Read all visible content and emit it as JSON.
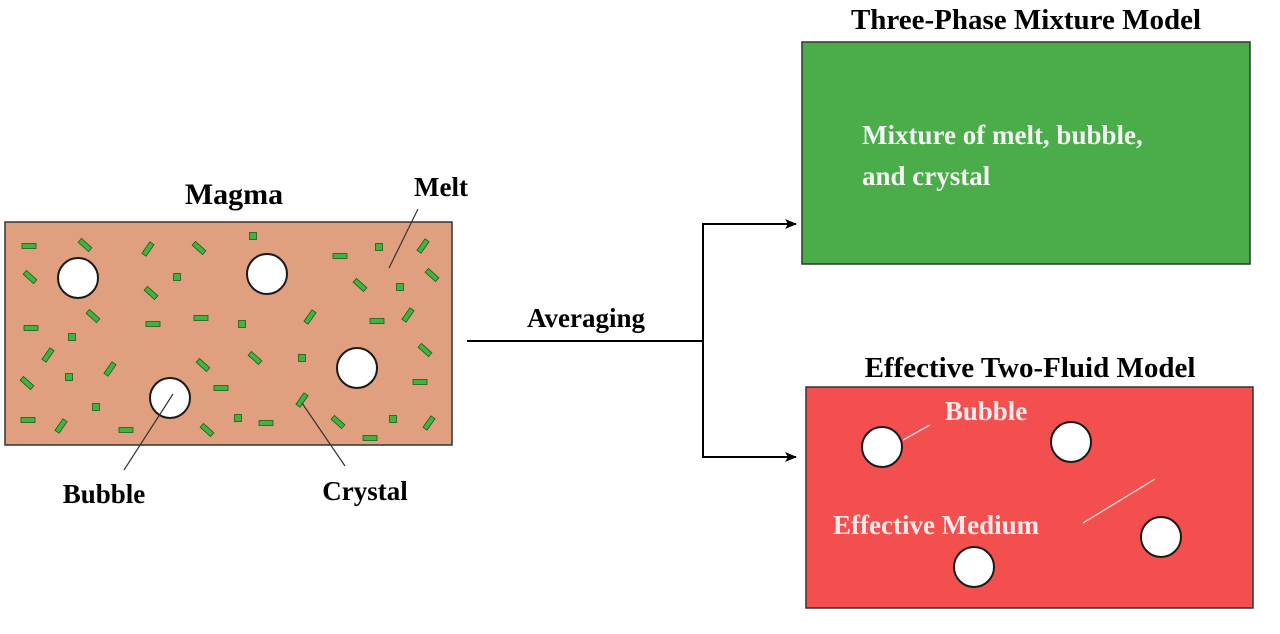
{
  "left": {
    "title": "Magma",
    "melt_label": "Melt",
    "bubble_label": "Bubble",
    "crystal_label": "Crystal"
  },
  "arrow_label": "Averaging",
  "top_model": {
    "title": "Three-Phase Mixture Model",
    "line1": "Mixture of melt, bubble,",
    "line2": "and crystal"
  },
  "bottom_model": {
    "title": "Effective Two-Fluid Model",
    "bubble_label": "Bubble",
    "medium_label": "Effective Medium"
  },
  "colors": {
    "magma": "#e0a07f",
    "crystal": "#3fb53f",
    "mixture": "#4aad4a",
    "two_fluid": "#f44f4f"
  }
}
